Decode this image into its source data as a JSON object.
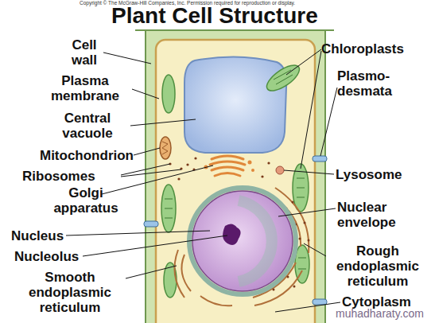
{
  "diagram": {
    "title": "Plant Cell Structure",
    "labels": [
      "Copyright © The McGraw-Hill Companies, Inc. Permission required for reproduction or display.",
      "Cell wall",
      "Plasma membrane",
      "Central vacuole",
      "Mitochondrion",
      "Ribosomes",
      "Golgi apparatus",
      "Nucleus",
      "Nucleolus",
      "Smooth endoplasmic reticulum",
      "Chloroplasts",
      "Plasmo- desmata",
      "Lysosome",
      "Nuclear envelope",
      "Rough endoplasmic reticulum",
      "Cytoplasm",
      "muhadharaty.com"
    ]
  }
}
